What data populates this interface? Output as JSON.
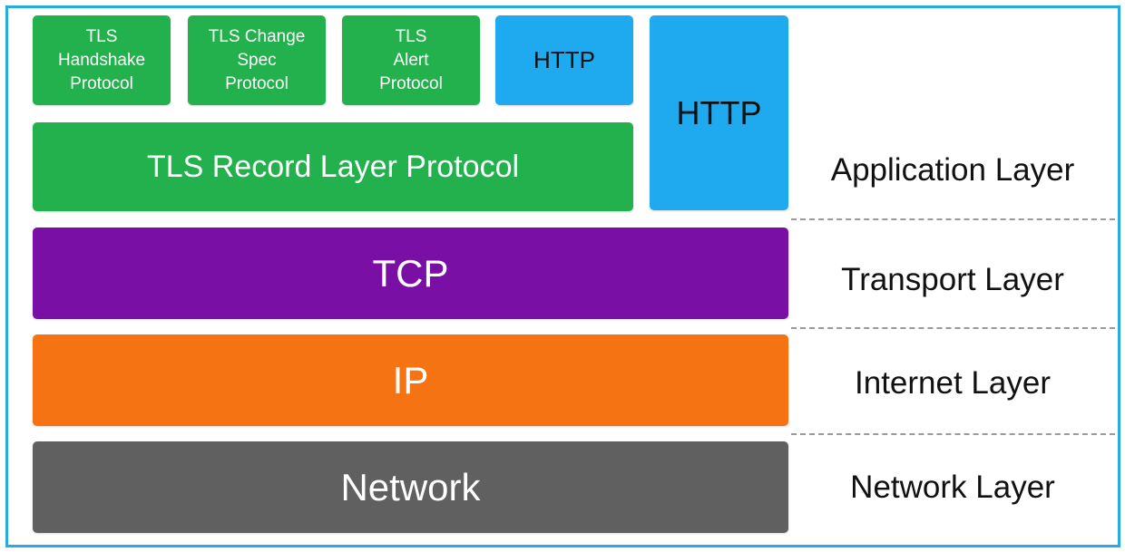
{
  "protocols": {
    "tls_handshake": "TLS\nHandshake\nProtocol",
    "tls_change_spec": "TLS Change\nSpec\nProtocol",
    "tls_alert": "TLS\nAlert\nProtocol",
    "http_small": "HTTP",
    "http_large": "HTTP",
    "tls_record": "TLS Record Layer Protocol",
    "tcp": "TCP",
    "ip": "IP",
    "network": "Network"
  },
  "layers": {
    "application": "Application Layer",
    "transport": "Transport Layer",
    "internet": "Internet Layer",
    "network": "Network Layer"
  },
  "colors": {
    "tls": "#22b14c",
    "http": "#1faaf0",
    "tcp": "#7a0fa6",
    "ip": "#f57312",
    "network": "#606060",
    "frame": "#29abe2"
  }
}
